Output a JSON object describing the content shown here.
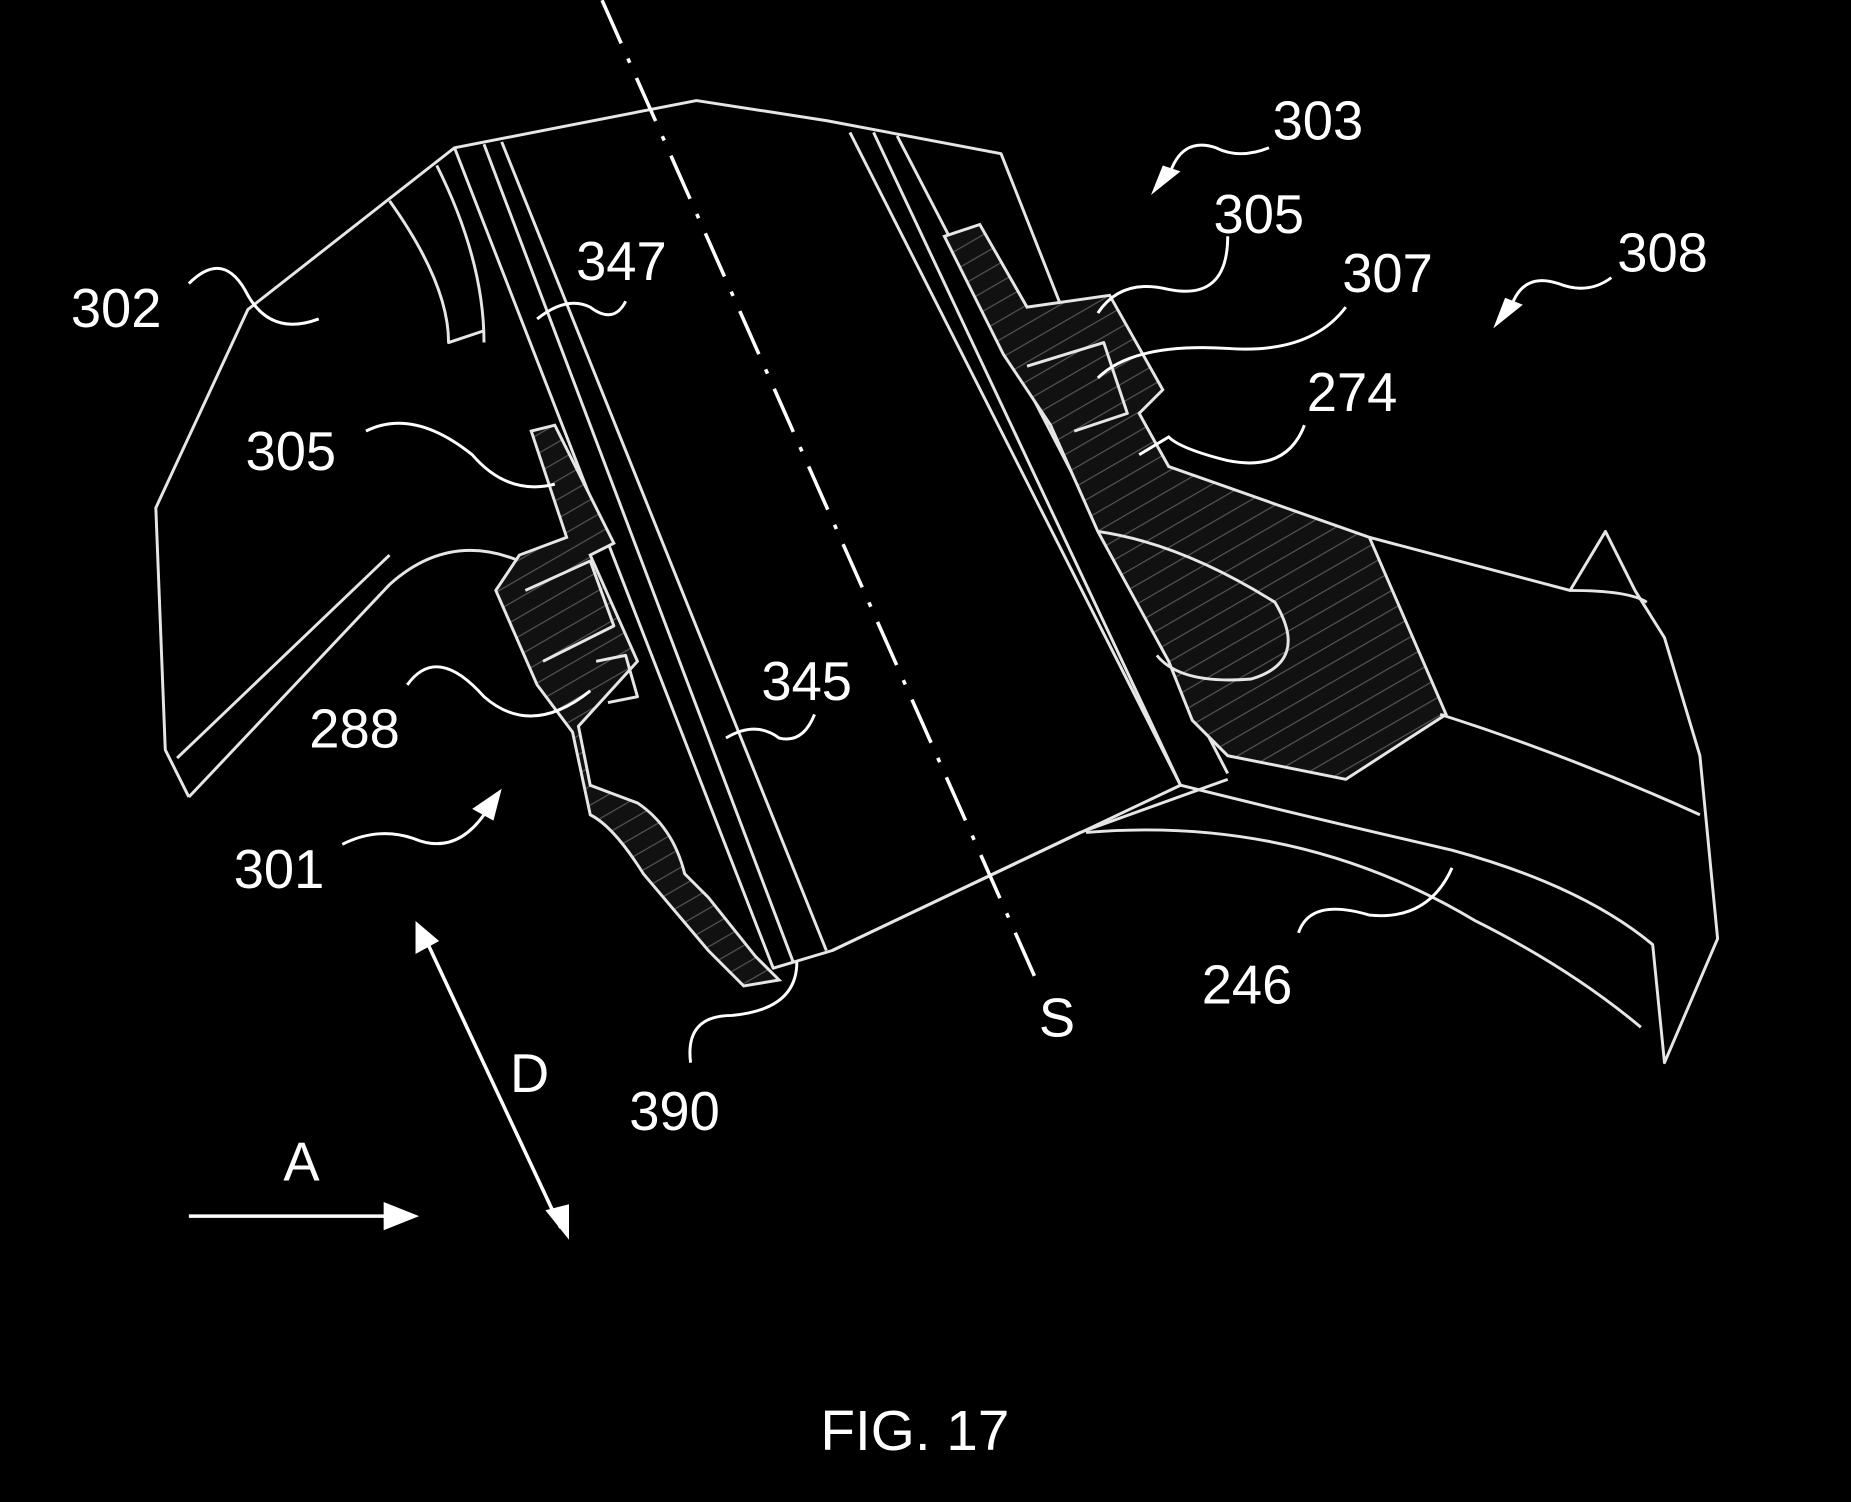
{
  "figure": {
    "caption": "FIG. 17",
    "labels": {
      "l302": "302",
      "l347": "347",
      "l303": "303",
      "l305a": "305",
      "l305b": "305",
      "l307": "307",
      "l308": "308",
      "l274": "274",
      "l288": "288",
      "l345": "345",
      "l301": "301",
      "l246": "246",
      "l390": "390",
      "axisS": "S",
      "dirD": "D",
      "dirA": "A"
    },
    "colors": {
      "background": "#000000",
      "lines": "#e6e6e6"
    }
  }
}
